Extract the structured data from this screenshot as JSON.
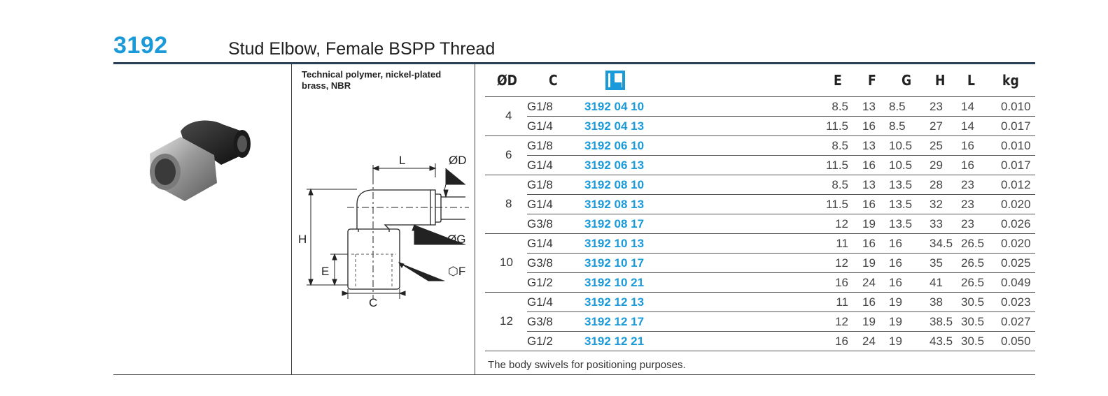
{
  "product": {
    "code": "3192",
    "title": "Stud Elbow, Female BSPP Thread",
    "material": "Technical polymer, nickel-plated brass, NBR"
  },
  "drawing_labels": {
    "L": "L",
    "OD": "ØD",
    "H": "H",
    "OG": "ØG",
    "E": "E",
    "F": "⬡F",
    "C": "C"
  },
  "table": {
    "headers": [
      "ØD",
      "C",
      "E",
      "F",
      "G",
      "H",
      "L",
      "kg"
    ],
    "ordno_icon": "catalogue-number-icon",
    "groups": [
      {
        "od": "4",
        "rows": [
          {
            "c": "G1/8",
            "ref": "3192 04 10",
            "e": "8.5",
            "f": "13",
            "g": "8.5",
            "h": "23",
            "l": "14",
            "kg": "0.010"
          },
          {
            "c": "G1/4",
            "ref": "3192 04 13",
            "e": "11.5",
            "f": "16",
            "g": "8.5",
            "h": "27",
            "l": "14",
            "kg": "0.017"
          }
        ]
      },
      {
        "od": "6",
        "rows": [
          {
            "c": "G1/8",
            "ref": "3192 06 10",
            "e": "8.5",
            "f": "13",
            "g": "10.5",
            "h": "25",
            "l": "16",
            "kg": "0.010"
          },
          {
            "c": "G1/4",
            "ref": "3192 06 13",
            "e": "11.5",
            "f": "16",
            "g": "10.5",
            "h": "29",
            "l": "16",
            "kg": "0.017"
          }
        ]
      },
      {
        "od": "8",
        "rows": [
          {
            "c": "G1/8",
            "ref": "3192 08 10",
            "e": "8.5",
            "f": "13",
            "g": "13.5",
            "h": "28",
            "l": "23",
            "kg": "0.012"
          },
          {
            "c": "G1/4",
            "ref": "3192 08 13",
            "e": "11.5",
            "f": "16",
            "g": "13.5",
            "h": "32",
            "l": "23",
            "kg": "0.020"
          },
          {
            "c": "G3/8",
            "ref": "3192 08 17",
            "e": "12",
            "f": "19",
            "g": "13.5",
            "h": "33",
            "l": "23",
            "kg": "0.026"
          }
        ]
      },
      {
        "od": "10",
        "rows": [
          {
            "c": "G1/4",
            "ref": "3192 10 13",
            "e": "11",
            "f": "16",
            "g": "16",
            "h": "34.5",
            "l": "26.5",
            "kg": "0.020"
          },
          {
            "c": "G3/8",
            "ref": "3192 10 17",
            "e": "12",
            "f": "19",
            "g": "16",
            "h": "35",
            "l": "26.5",
            "kg": "0.025"
          },
          {
            "c": "G1/2",
            "ref": "3192 10 21",
            "e": "16",
            "f": "24",
            "g": "16",
            "h": "41",
            "l": "26.5",
            "kg": "0.049"
          }
        ]
      },
      {
        "od": "12",
        "rows": [
          {
            "c": "G1/4",
            "ref": "3192 12 13",
            "e": "11",
            "f": "16",
            "g": "19",
            "h": "38",
            "l": "30.5",
            "kg": "0.023"
          },
          {
            "c": "G3/8",
            "ref": "3192 12 17",
            "e": "12",
            "f": "19",
            "g": "19",
            "h": "38.5",
            "l": "30.5",
            "kg": "0.027"
          },
          {
            "c": "G1/2",
            "ref": "3192 12 21",
            "e": "16",
            "f": "24",
            "g": "19",
            "h": "43.5",
            "l": "30.5",
            "kg": "0.050"
          }
        ]
      }
    ],
    "note": "The body swivels for positioning purposes."
  }
}
